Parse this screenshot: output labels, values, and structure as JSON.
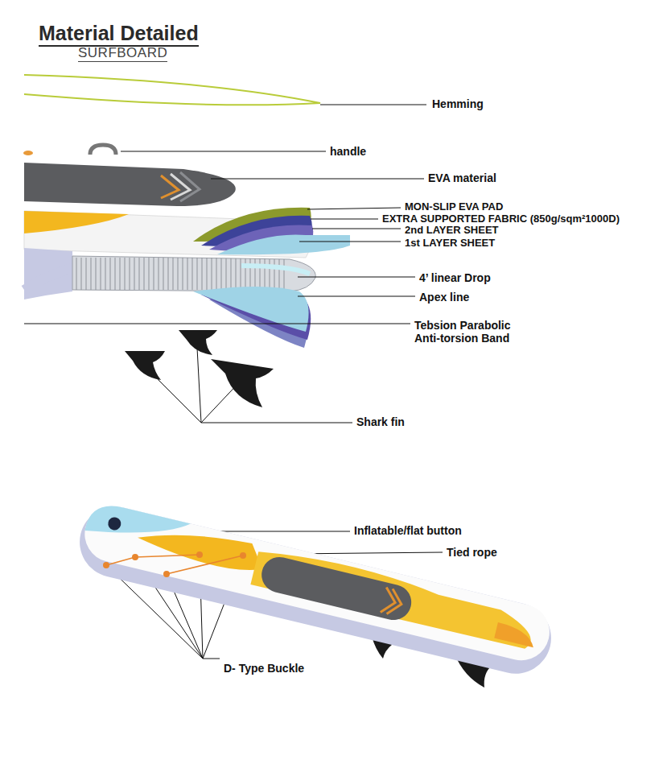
{
  "diagram": {
    "title": "Material Detailed",
    "labels": [
      "SURFBOARD",
      "Hemming",
      "handle",
      "EVA material",
      "MON-SLIP EVA PAD",
      "EXTRA SUPPORTED FABRIC (850g/sqm²1000D)",
      "2nd LAYER SHEET",
      "1st LAYER SHEET",
      "4’ linear Drop",
      "Apex line",
      "Tebsion Parabolic Anti-torsion Band",
      "Shark fin",
      "Inflatable/flat button",
      "Tied rope",
      "D- Type Buckle"
    ]
  }
}
